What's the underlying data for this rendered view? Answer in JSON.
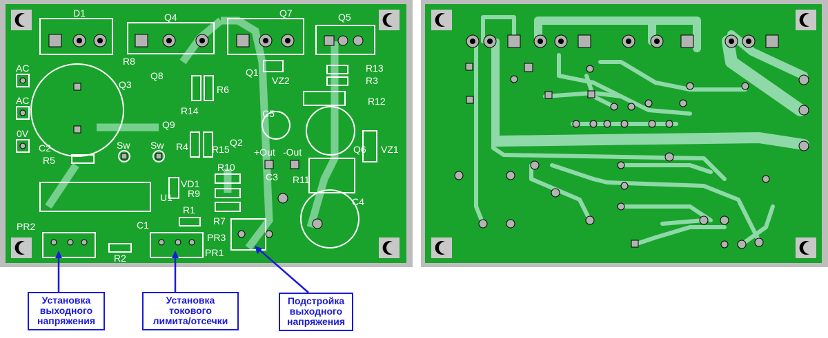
{
  "colors": {
    "board_frame": "#bdbdbd",
    "board_green": "#1aa32c",
    "trace_green": "#8fd9a8",
    "pad": "#b3b3b3",
    "silk": "#ffffff",
    "annotation_blue": "#1a1ad9"
  },
  "top_board": {
    "components": [
      "D1",
      "Q4",
      "Q7",
      "Q5",
      "R8",
      "Q8",
      "Q3",
      "Q1",
      "VZ2",
      "R13",
      "R3",
      "R6",
      "R14",
      "C5",
      "R12",
      "Q9",
      "R4",
      "R15",
      "Q2",
      "C2",
      "Sw",
      "Sw",
      "R5",
      "+Out",
      "-Out",
      "R10",
      "U1",
      "VD1",
      "R9",
      "R11",
      "C3",
      "VZ1",
      "C4",
      "R1",
      "R7",
      "C1",
      "PR2",
      "PR3",
      "PR1",
      "R2"
    ],
    "silk_labels": {
      "ac1": "AC",
      "ac2": "AC",
      "zero_v": "0V",
      "d1": "D1",
      "q4": "Q4",
      "q7": "Q7",
      "q5": "Q5",
      "r8": "R8",
      "q8": "Q8",
      "q3": "Q3",
      "q1": "Q1",
      "vz2": "VZ2",
      "r13": "R13",
      "r3": "R3",
      "r6": "R6",
      "r14": "R14",
      "r12": "R12",
      "c5": "C5",
      "q9": "Q9",
      "r4": "R4",
      "r15": "R15",
      "q2": "Q2",
      "c2": "C2",
      "sw1": "Sw",
      "sw2": "Sw",
      "r5": "R5",
      "plus_out": "+Out",
      "minus_out": "-Out",
      "r10": "R10",
      "u1": "U1",
      "vd1": "VD1",
      "r9": "R9",
      "r11": "R11",
      "c3": "C3",
      "vz1": "VZ1",
      "q6": "Q6",
      "c4": "C4",
      "r1": "R1",
      "r7": "R7",
      "c1": "C1",
      "pr2": "PR2",
      "pr3": "PR3",
      "pr1": "PR1",
      "r2": "R2"
    }
  },
  "annotations": [
    {
      "label": "Установка\nвыходного\nнапряжения"
    },
    {
      "label": "Установка\nтокового\nлимита/отсечки"
    },
    {
      "label": "Подстройка\nвыходного\nнапряжения"
    }
  ]
}
